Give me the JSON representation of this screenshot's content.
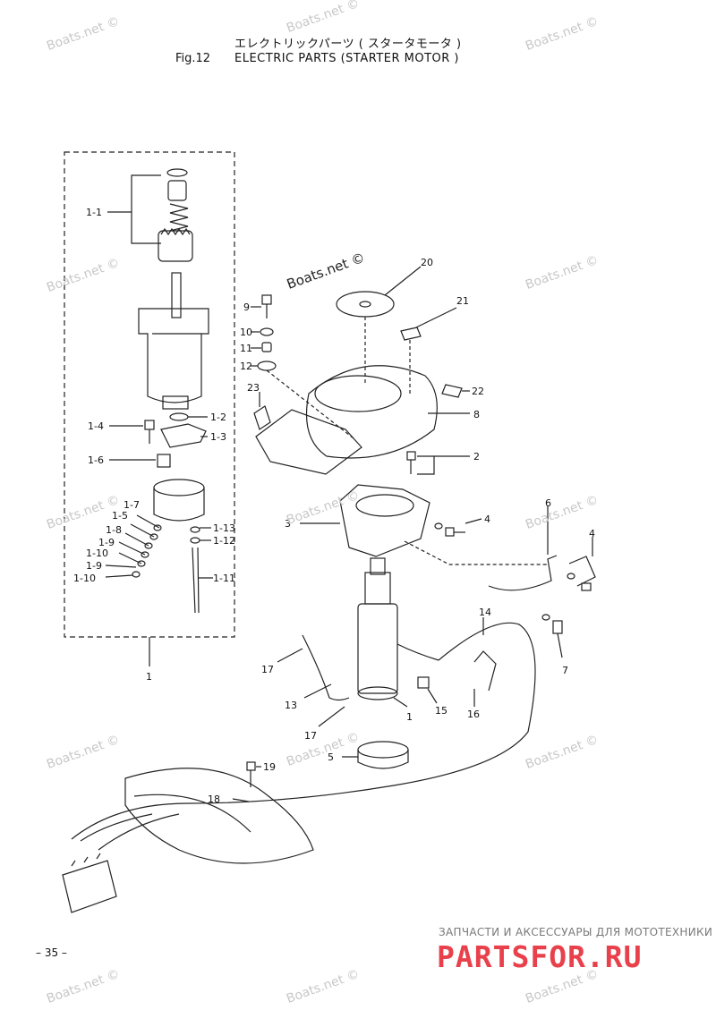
{
  "header": {
    "title_jp": "エレクトリックパーツ ( スタータモータ )",
    "fig_number": "Fig.12",
    "fig_title": "ELECTRIC PARTS (STARTER MOTOR )"
  },
  "watermark": {
    "text": "Boats.net ©"
  },
  "callouts": [
    "1",
    "1-1",
    "1-2",
    "1-3",
    "1-4",
    "1-5",
    "1-6",
    "1-7",
    "1-8",
    "1-9",
    "1-9",
    "1-10",
    "1-10",
    "1-11",
    "1-12",
    "1-13",
    "2",
    "3",
    "4",
    "4",
    "5",
    "6",
    "7",
    "8",
    "9",
    "10",
    "11",
    "12",
    "13",
    "14",
    "15",
    "16",
    "17",
    "17",
    "18",
    "19",
    "20",
    "21",
    "22",
    "23",
    "1"
  ],
  "footer": {
    "page_number": "– 35 –",
    "brand_tagline": "ЗАПЧАСТИ И АКСЕССУАРЫ ДЛЯ МОТОТЕХНИКИ",
    "brand_name": "PARTSFOR.RU",
    "brand_color": "#e8414b"
  }
}
